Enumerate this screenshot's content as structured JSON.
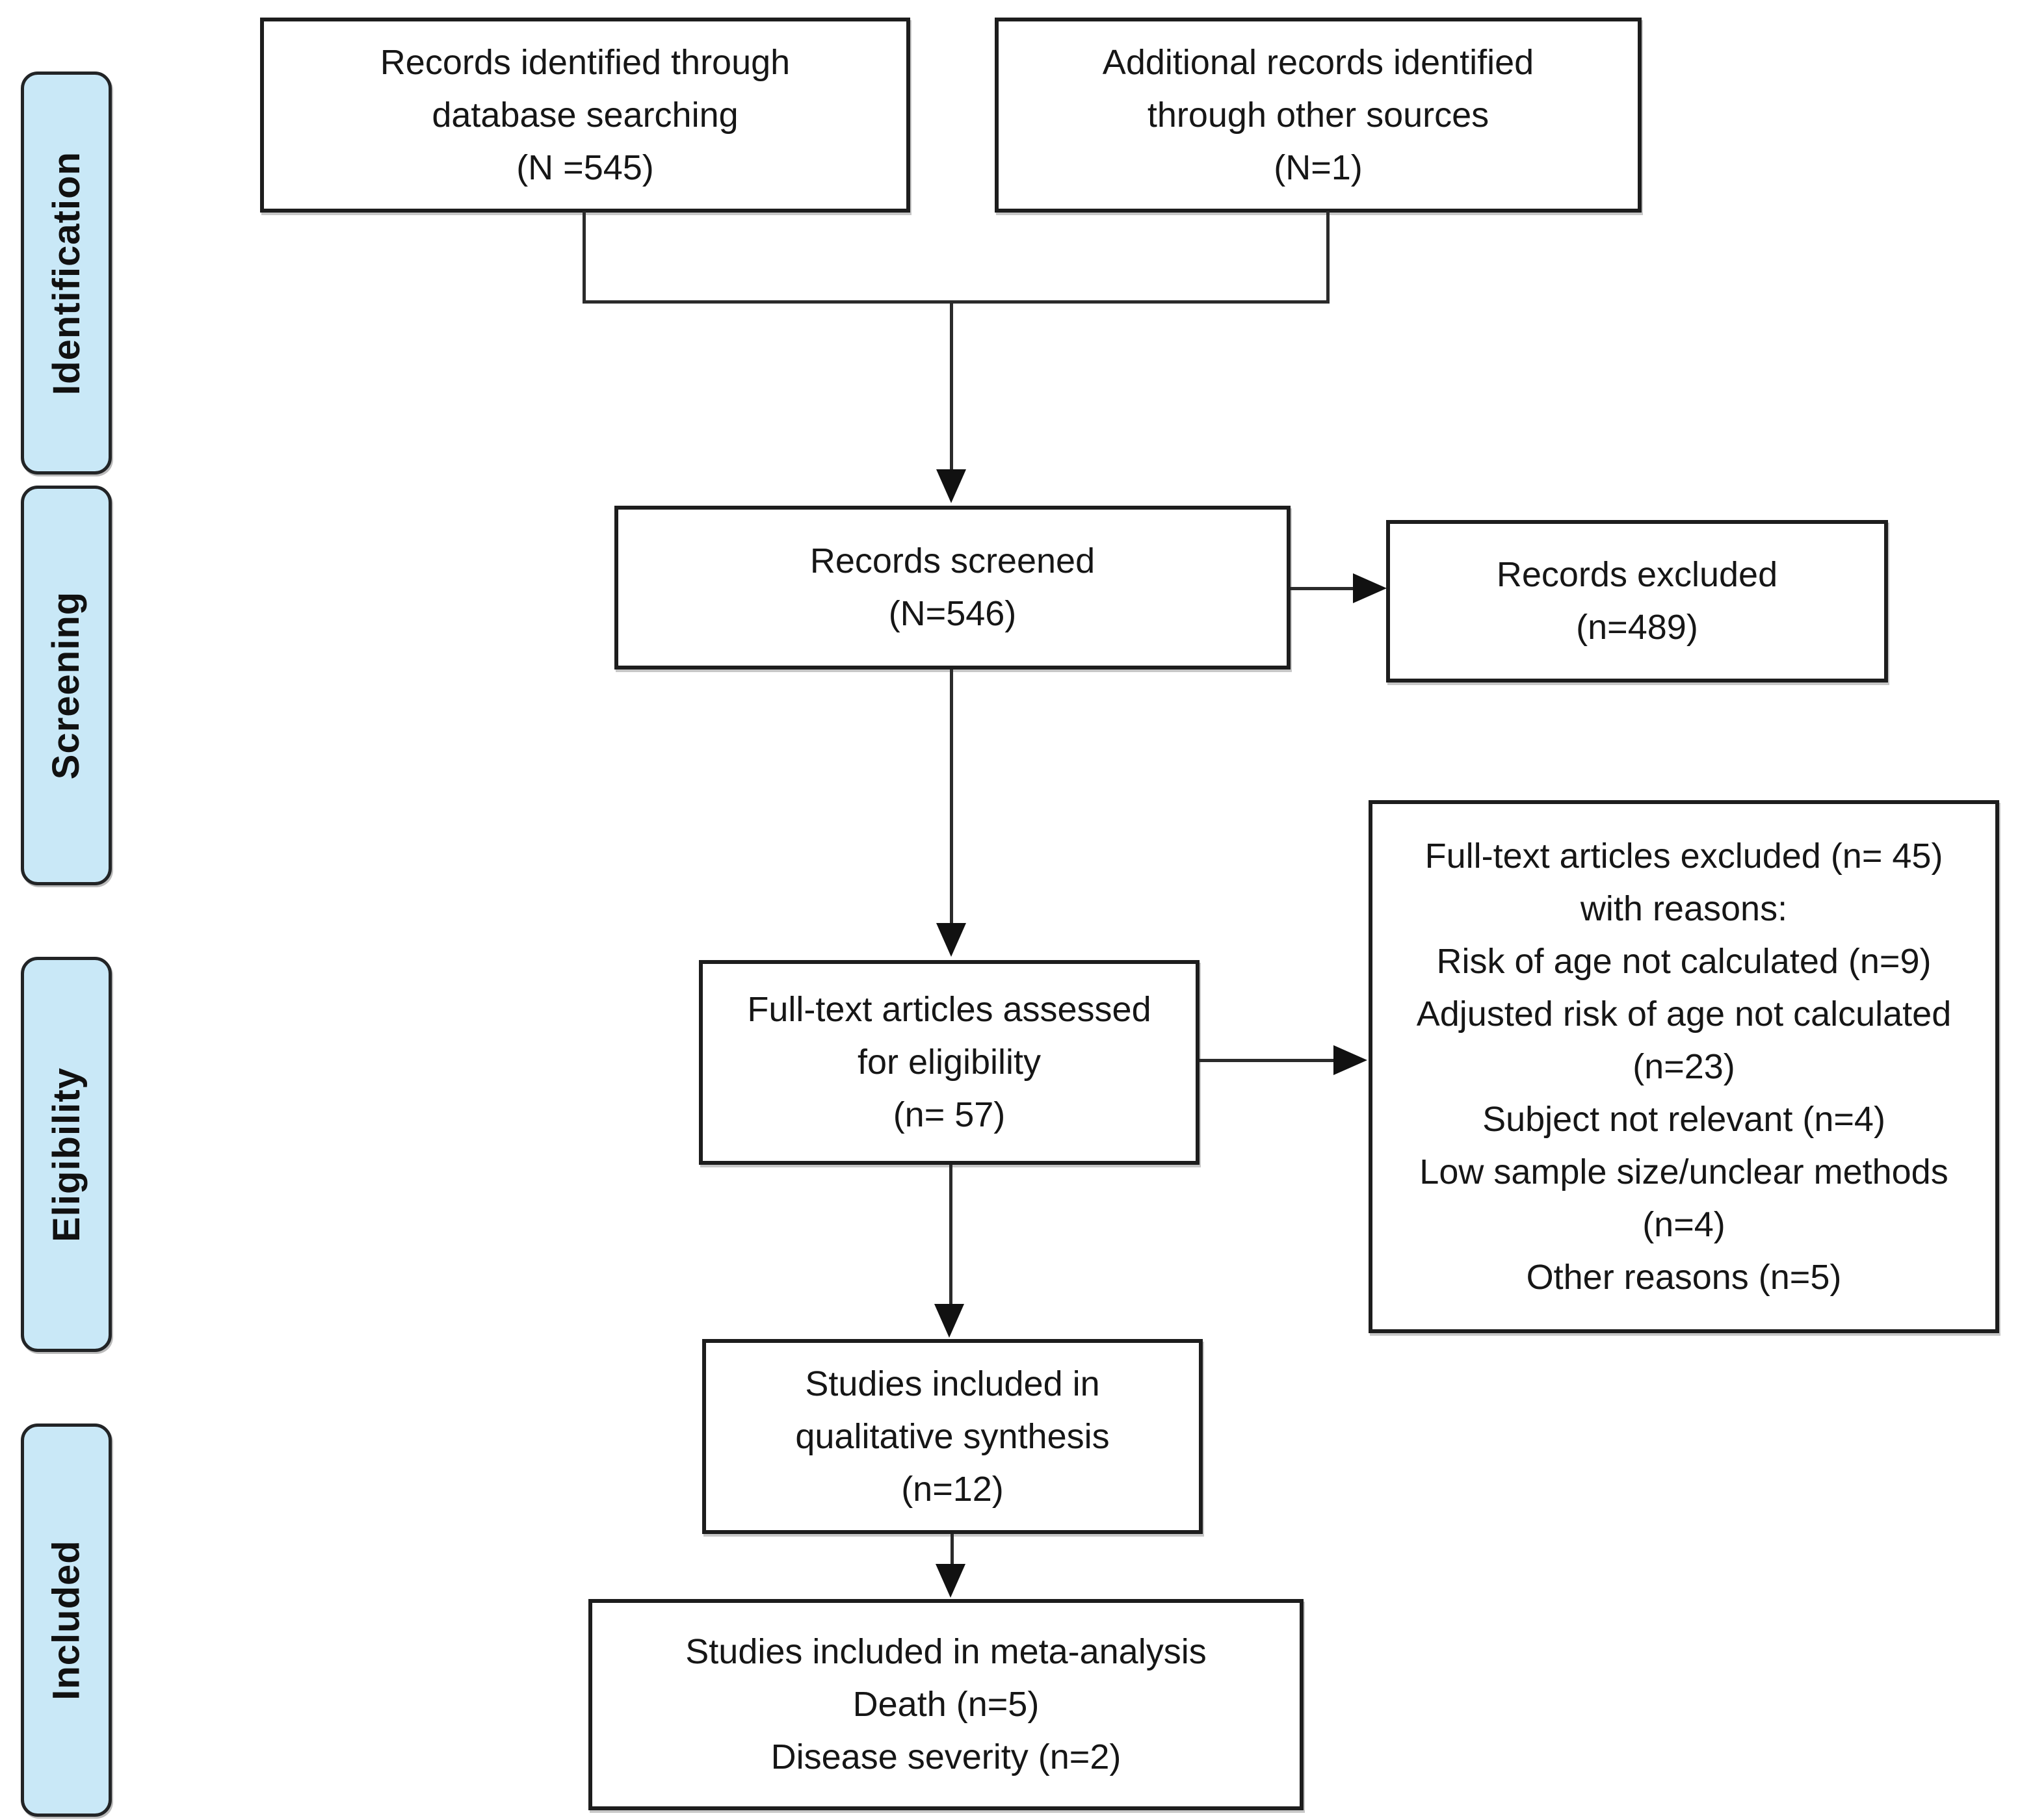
{
  "stages": [
    {
      "label": "Identification"
    },
    {
      "label": "Screening"
    },
    {
      "label": "Eligibility"
    },
    {
      "label": "Included"
    }
  ],
  "boxes": {
    "identified": "Records identified through\ndatabase searching\n(N =545)",
    "additional": "Additional records identified\nthrough other sources\n(N=1)",
    "screened": "Records screened\n(N=546)",
    "excluded": "Records excluded\n(n=489)",
    "fulltext_assessed": "Full-text articles assessed\nfor eligibility\n(n= 57)",
    "fulltext_excluded": "Full-text articles excluded (n= 45)\nwith reasons:\nRisk of age not calculated (n=9)\nAdjusted risk of age not calculated\n(n=23)\nSubject not relevant (n=4)\nLow sample size/unclear methods\n(n=4)\nOther reasons (n=5)",
    "qualitative": "Studies included in\nqualitative synthesis\n(n=12)",
    "meta": "Studies included in meta-analysis\nDeath (n=5)\nDisease severity (n=2)"
  },
  "colors": {
    "stage_fill": "#c9e8f7",
    "stage_border": "#222426",
    "box_border": "#1d1d1d",
    "line": "#2b2b2b",
    "text": "#161616",
    "background": "#ffffff"
  }
}
